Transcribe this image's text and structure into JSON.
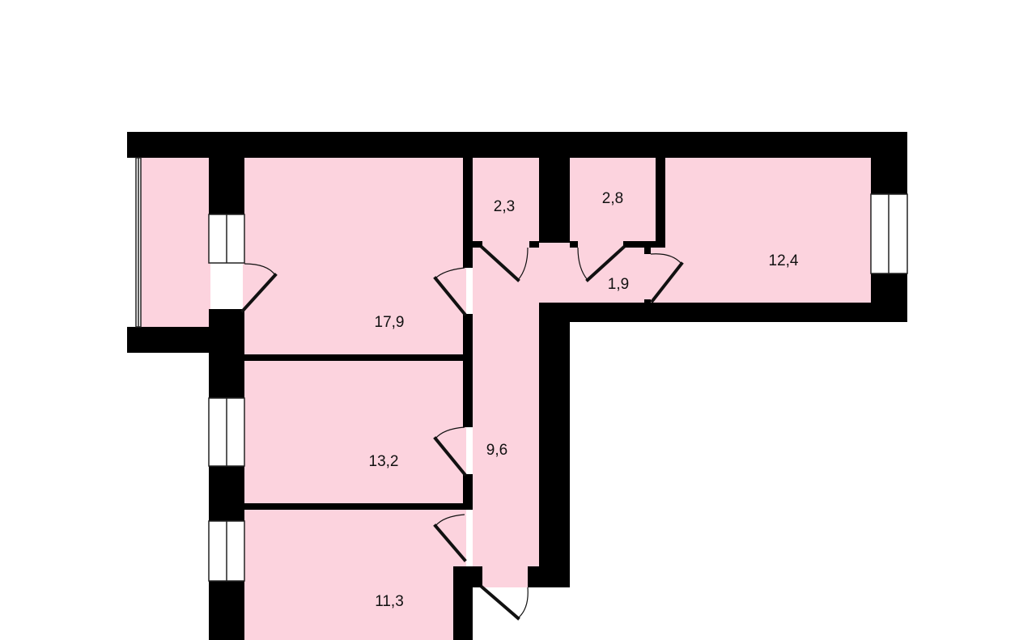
{
  "colors": {
    "room": "#fcd3de",
    "wall": "#000000",
    "background": "#ffffff"
  },
  "rooms": [
    {
      "id": "living",
      "area": "17,9"
    },
    {
      "id": "bedroom1",
      "area": "13,2"
    },
    {
      "id": "bedroom2",
      "area": "11,3"
    },
    {
      "id": "hallway",
      "area": "9,6"
    },
    {
      "id": "bathroom",
      "area": "2,3"
    },
    {
      "id": "toilet",
      "area": "2,8"
    },
    {
      "id": "corridor",
      "area": "1,9"
    },
    {
      "id": "kitchen",
      "area": "12,4"
    }
  ]
}
